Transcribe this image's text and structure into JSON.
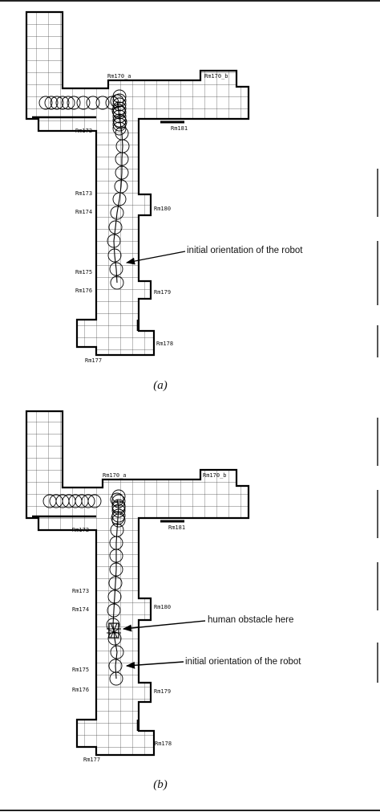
{
  "panels": [
    {
      "id": "a",
      "caption": "(a)",
      "annotations": [
        {
          "id": "orientation",
          "text": "initial orientation of the robot"
        }
      ],
      "rooms": [
        {
          "id": "rm170a",
          "text": "Rm170_a"
        },
        {
          "id": "rm170b",
          "text": "Rm170_b"
        },
        {
          "id": "rm172",
          "text": "Rm172"
        },
        {
          "id": "rm181",
          "text": "Rm181"
        },
        {
          "id": "rm173",
          "text": "Rm173"
        },
        {
          "id": "rm174",
          "text": "Rm174"
        },
        {
          "id": "rm180",
          "text": "Rm180"
        },
        {
          "id": "rm175",
          "text": "Rm175"
        },
        {
          "id": "rm176",
          "text": "Rm176"
        },
        {
          "id": "rm179",
          "text": "Rm179"
        },
        {
          "id": "rm178",
          "text": "Rm178"
        },
        {
          "id": "rm177",
          "text": "Rm177"
        }
      ]
    },
    {
      "id": "b",
      "caption": "(b)",
      "annotations": [
        {
          "id": "human",
          "text": "human obstacle here"
        },
        {
          "id": "orientation",
          "text": "initial orientation of the robot"
        }
      ],
      "rooms": [
        {
          "id": "rm170a",
          "text": "Rm170_a"
        },
        {
          "id": "rm170b",
          "text": "Rm170_b"
        },
        {
          "id": "rm172",
          "text": "Rm172"
        },
        {
          "id": "rm181",
          "text": "Rm181"
        },
        {
          "id": "rm173",
          "text": "Rm173"
        },
        {
          "id": "rm174",
          "text": "Rm174"
        },
        {
          "id": "rm180",
          "text": "Rm180"
        },
        {
          "id": "rm175",
          "text": "Rm175"
        },
        {
          "id": "rm176",
          "text": "Rm176"
        },
        {
          "id": "rm179",
          "text": "Rm179"
        },
        {
          "id": "rm178",
          "text": "Rm178"
        },
        {
          "id": "rm177",
          "text": "Rm177"
        }
      ]
    }
  ]
}
